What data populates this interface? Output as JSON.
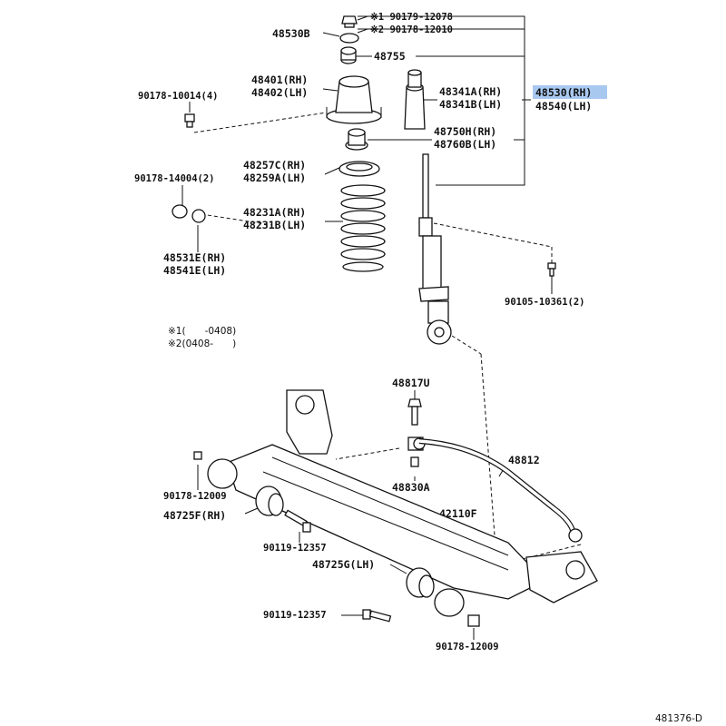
{
  "diagram": {
    "figure_id": "481376-D",
    "highlight_color": "#a9c8f0",
    "notes": {
      "n1": "※1(　　-0408)",
      "n2": "※2(0408-　　)"
    },
    "labels": {
      "nut_a": "※1 90179-12078",
      "nut_b": "※2 90178-12010",
      "p48530b": "48530B",
      "p48755": "48755",
      "support_rh": "48401(RH)",
      "support_lh": "48402(LH)",
      "bolt_90178_10014": "90178-10014(4)",
      "boot_rh": "48341A(RH)",
      "boot_lh": "48341B(LH)",
      "absorber_rh": "48530(RH)",
      "absorber_lh": "48540(LH)",
      "bumper_rh": "48750H(RH)",
      "bumper_lh": "48760B(LH)",
      "insulator_rh": "48257C(RH)",
      "insulator_lh": "48259A(LH)",
      "bolt_90178_14004": "90178-14004(2)",
      "spring_rh": "48231A(RH)",
      "spring_lh": "48231B(LH)",
      "bush_rh": "48531E(RH)",
      "bush_lh": "48541E(LH)",
      "bolt_90105": "90105-10361(2)",
      "p48817u": "48817U",
      "p48812": "48812",
      "p48830a": "48830A",
      "bolt_90178_12009_top": "90178-12009",
      "bush_48725f": "48725F(RH)",
      "beam_42110f": "42110F",
      "bolt_90119_top": "90119-12357",
      "bush_48725g": "48725G(LH)",
      "bolt_90119_bottom": "90119-12357",
      "bolt_90178_12009_bottom": "90178-12009"
    }
  }
}
